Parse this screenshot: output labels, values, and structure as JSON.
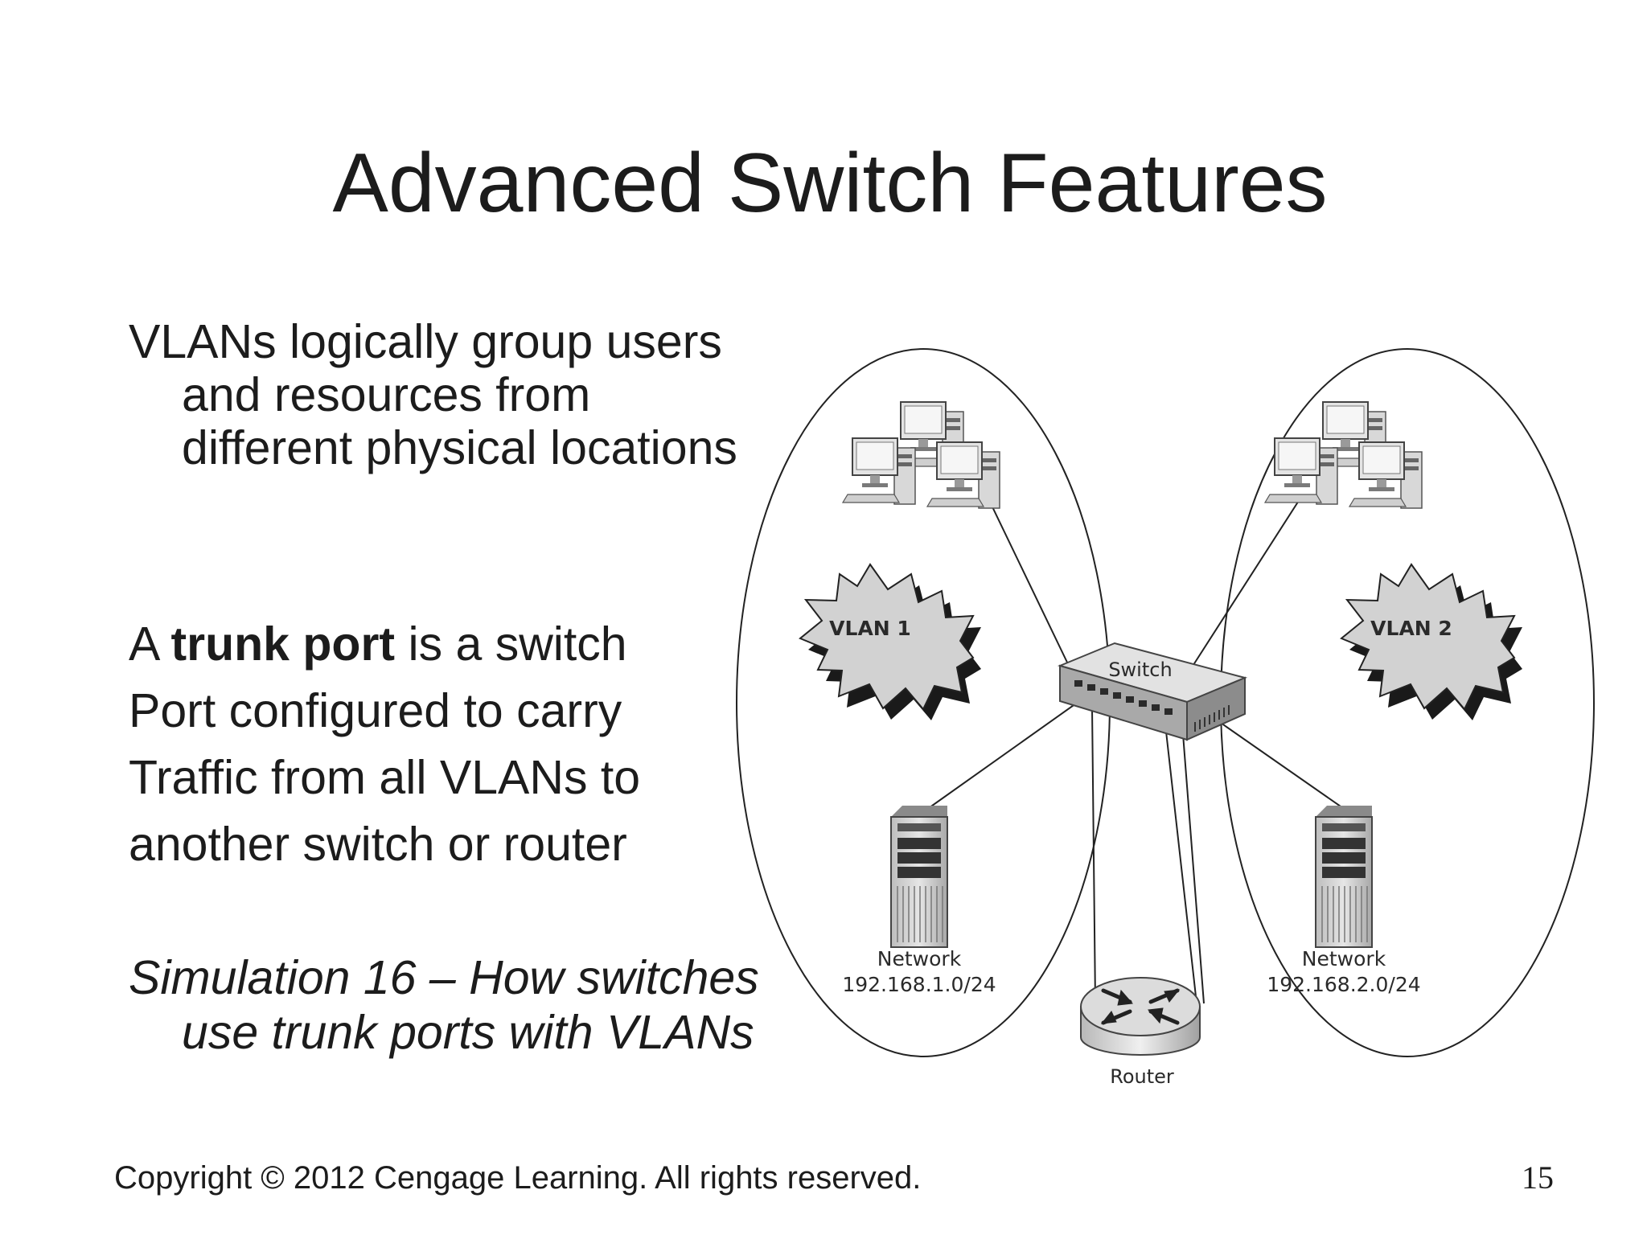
{
  "slide": {
    "title": "Advanced Switch Features",
    "para1": "VLANs logically group users and resources from different physical locations",
    "para2_prefix": "A ",
    "para2_bold": "trunk port",
    "para2_suffix": " is a switch Port configured to carry Traffic from all VLANs to another switch or router",
    "para3": "Simulation 16 – How switches use trunk ports with VLANs",
    "copyright": "Copyright © 2012 Cengage Learning. All rights reserved.",
    "page_number": "15"
  },
  "diagram": {
    "vlan1_label": "VLAN 1",
    "vlan2_label": "VLAN 2",
    "switch_label": "Switch",
    "router_label": "Router",
    "network1_title": "Network",
    "network1_address": "192.168.1.0/24",
    "network2_title": "Network",
    "network2_address": "192.168.2.0/24"
  }
}
